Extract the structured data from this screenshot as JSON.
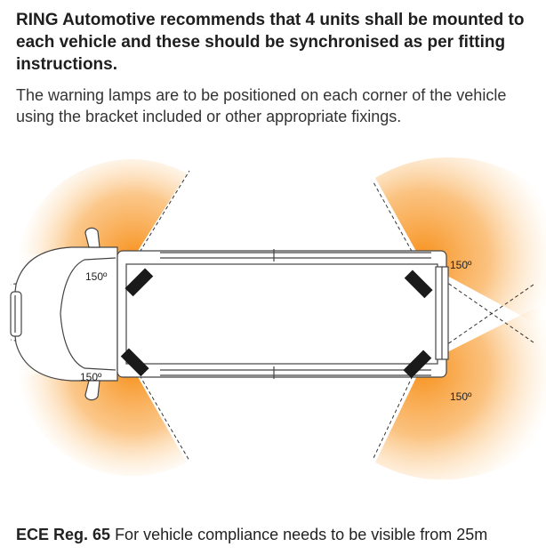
{
  "header": {
    "title": "RING Automotive recommends that 4 units shall be mounted to each vehicle and these should be synchronised as per fitting instructions.",
    "description": "The warning lamps are to be positioned on each corner of the vehicle using the bracket included or other appropriate fixings."
  },
  "diagram": {
    "angle_labels": [
      "150º",
      "150º",
      "150º",
      "150º"
    ],
    "colors": {
      "glow": "#f7921e",
      "lamp": "#1a1a1a",
      "windscreen": "#d6e8f0"
    }
  },
  "footer": {
    "regulation": "ECE Reg. 65",
    "text": "For vehicle compliance needs to be visible from 25m"
  }
}
